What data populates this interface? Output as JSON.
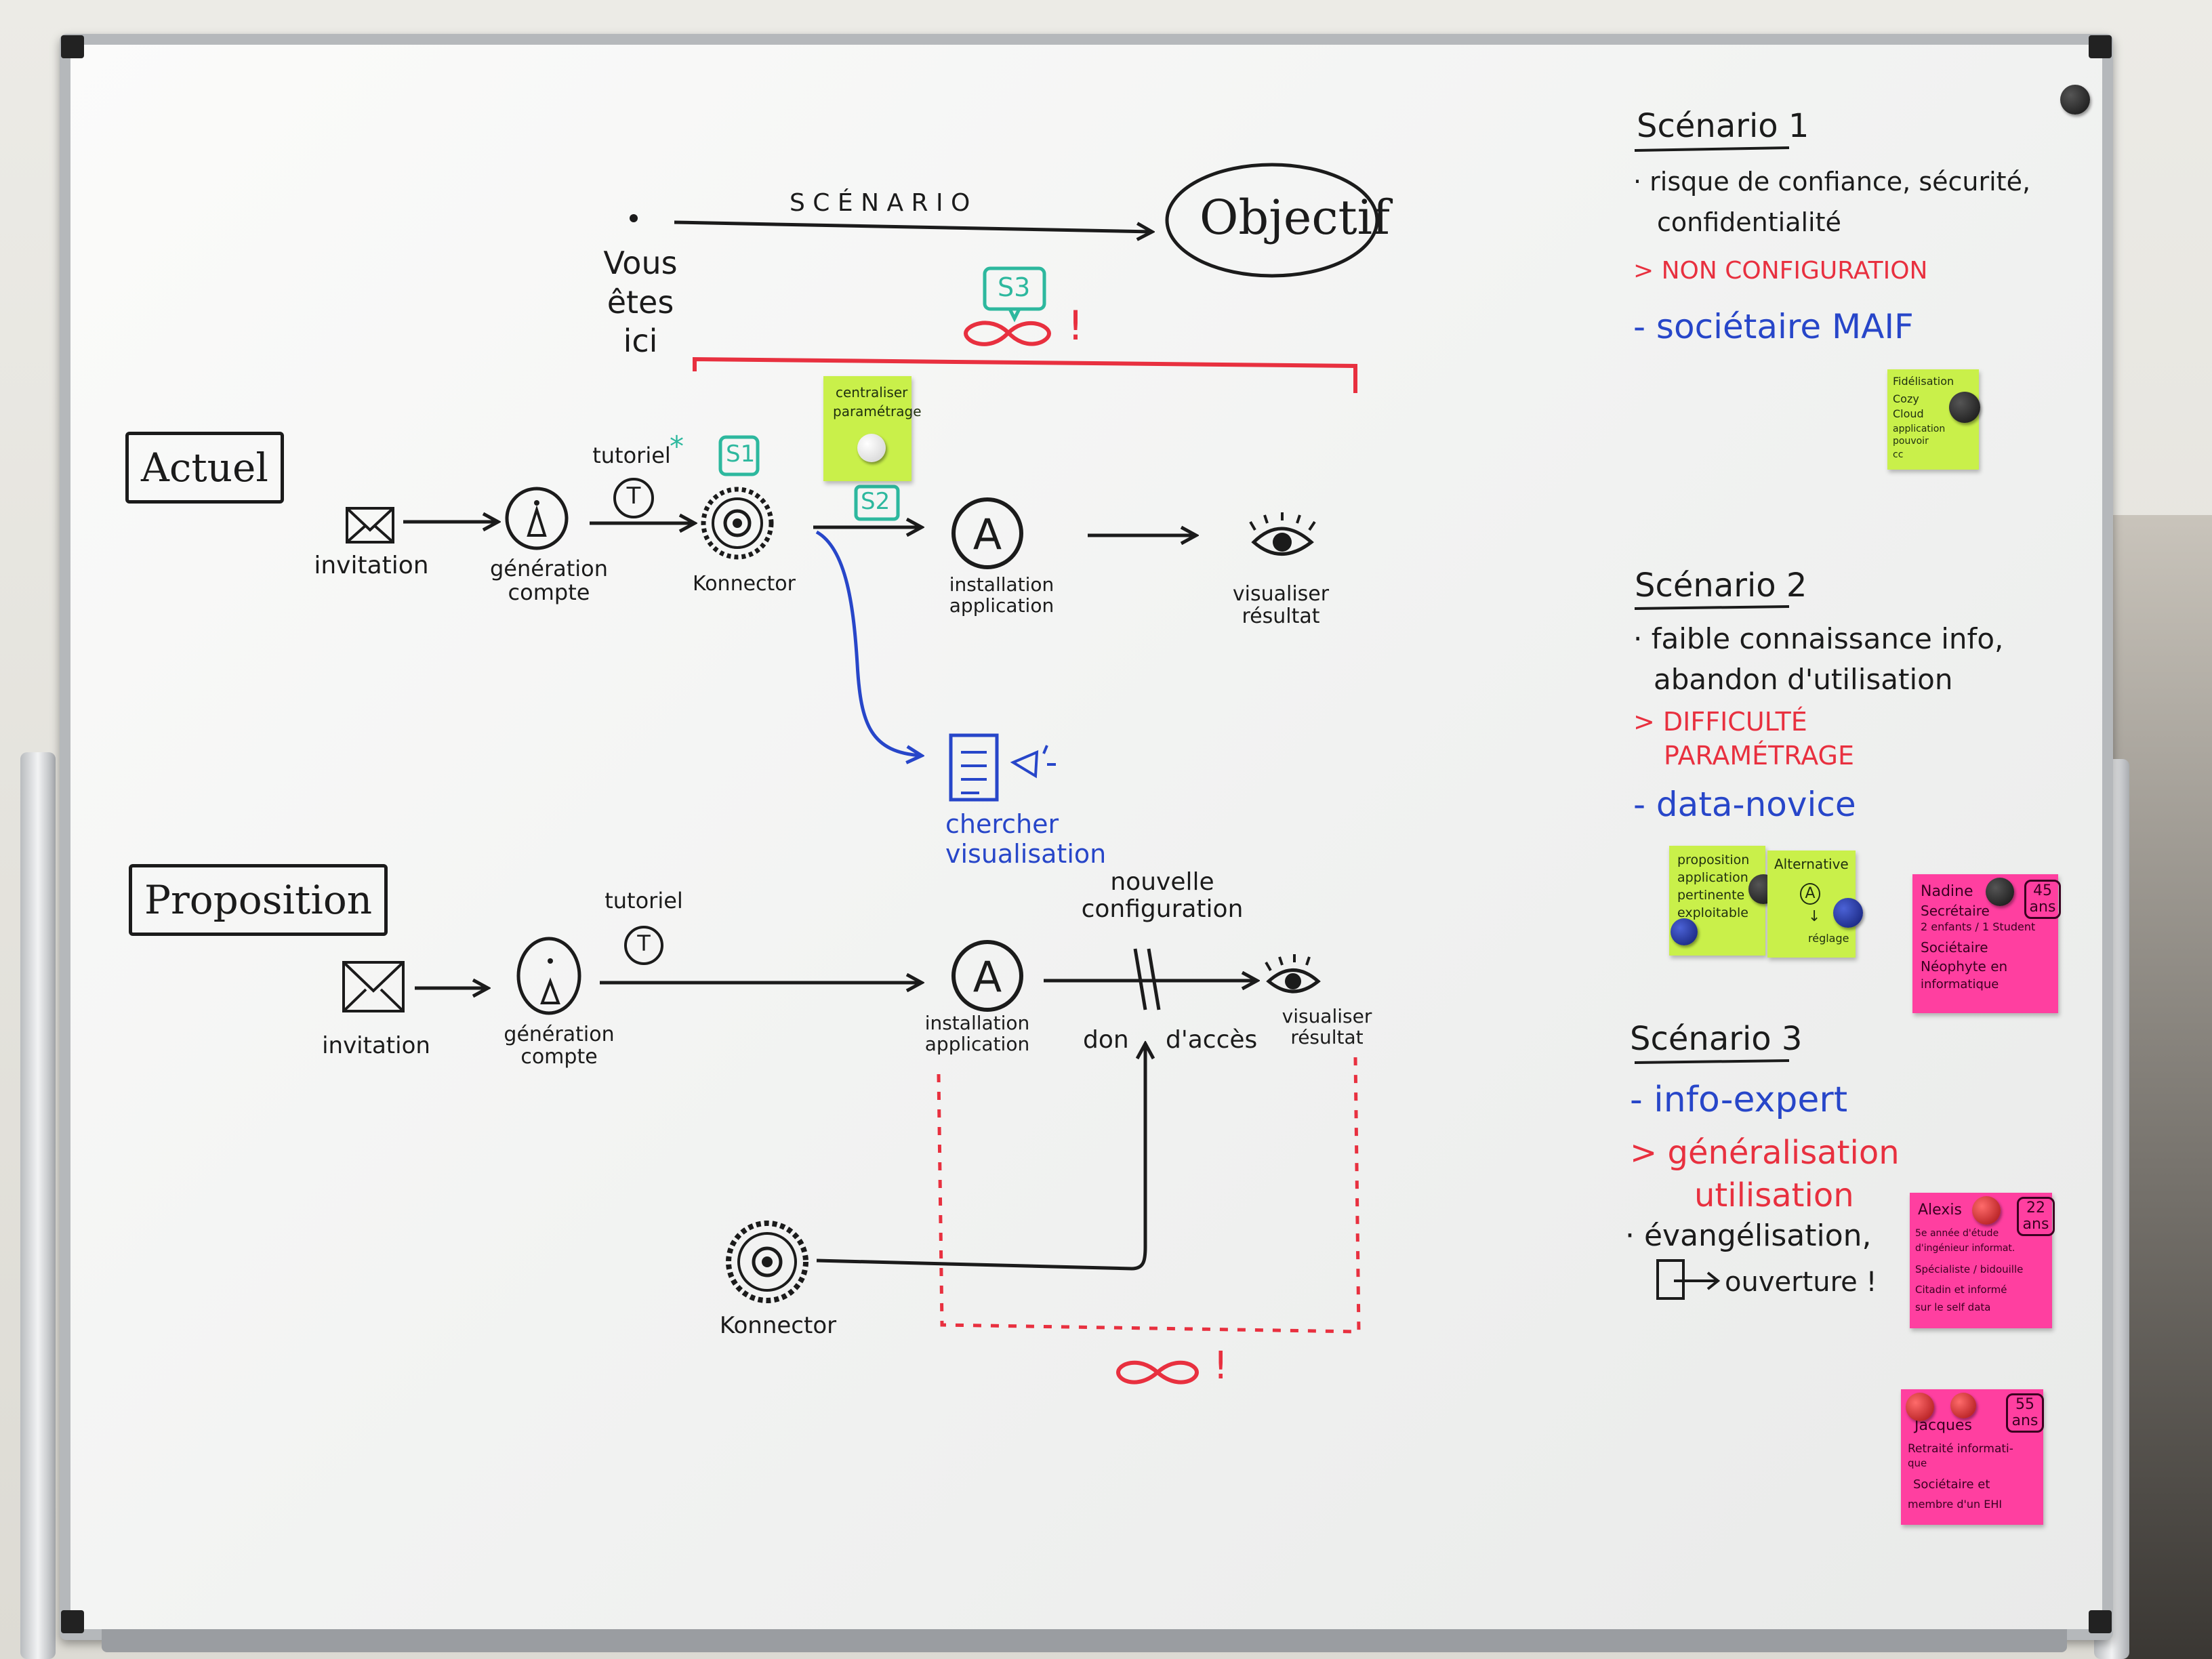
{
  "header": {
    "start_label": "Vous êtes ici",
    "scenario_label": "S C É N A R I O",
    "goal": "Objectif",
    "s3_tag": "S3",
    "exclaim": "!"
  },
  "sections": {
    "actuel": "Actuel",
    "proposition": "Proposition"
  },
  "actuel_flow": {
    "invitation": "invitation",
    "generation": "génération compte",
    "tutoriel": "tutoriel",
    "tutoriel_mark": "*",
    "t_icon": "T",
    "s1_tag": "S1",
    "s2_tag": "S2",
    "konnector": "Konnector",
    "installation": "installation application",
    "visualiser": "visualiser résultat",
    "chercher": "chercher visualisation",
    "app_icon": "A"
  },
  "proposition_flow": {
    "invitation": "invitation",
    "generation": "génération compte",
    "tutoriel": "tutoriel",
    "t_icon": "T",
    "installation": "installation application",
    "nouvelle_configuration": "nouvelle configuration",
    "don": "don",
    "dacces": "d'accès",
    "visualiser": "visualiser résultat",
    "konnector": "Konnector",
    "app_icon": "A",
    "exclaim": "!"
  },
  "scenarios": [
    {
      "title": "Scénario 1",
      "bullets": [
        "· risque de confiance, sécurité,",
        "confidentialité"
      ],
      "problem": "> NON CONFIGURATION",
      "persona": "- sociétaire MAIF"
    },
    {
      "title": "Scénario 2",
      "bullets": [
        "· faible connaissance info,",
        "abandon d'utilisation"
      ],
      "problem": [
        "> DIFFICULTÉ",
        "PARAMÉTRAGE"
      ],
      "persona": "- data-novice"
    },
    {
      "title": "Scénario 3",
      "persona": "- info-expert",
      "problem": [
        "> généralisation",
        "utilisation"
      ],
      "bullets": [
        "· évangélisation,",
        "ouverture !"
      ]
    }
  ],
  "stickies": {
    "centraliser": [
      "centraliser",
      "paramétrage"
    ],
    "fidelisation": [
      "Fidélisation",
      "Cozy",
      "Cloud",
      "application",
      "pouvoir",
      "cc"
    ],
    "proposition_app": [
      "proposition",
      "application",
      "pertinente",
      "exploitable"
    ],
    "alternative": {
      "title": "Alternative",
      "a": "A",
      "reglage": "réglage"
    },
    "nadine": {
      "age": "45 ans",
      "lines": [
        "Nadine",
        "Secrétaire",
        "2 enfants / 1 Student",
        "Sociétaire",
        "Néophyte en",
        "informatique"
      ]
    },
    "alexis": {
      "age": "22 ans",
      "lines": [
        "Alexis",
        "5e année d'étude",
        "d'ingénieur informat.",
        "Spécialiste / bidouille",
        "Citadin et informé",
        "sur le self data"
      ]
    },
    "jacques": {
      "age": "55 ans",
      "lines": [
        "Jacques",
        "Retraité informati-",
        "que",
        "Sociétaire et",
        "membre d'un EHI"
      ]
    }
  },
  "colors": {
    "ink": "#1b1b1b",
    "red": "#e8303f",
    "blue": "#2746c9",
    "teal": "#2db89e",
    "lime": "#c9f04a",
    "pink": "#ff3fa0"
  }
}
